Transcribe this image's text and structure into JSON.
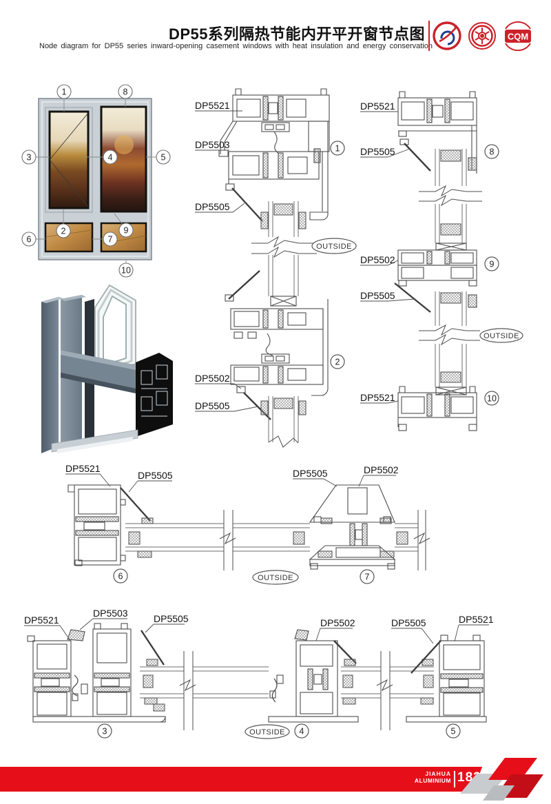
{
  "header": {
    "title_cn": "DP55系列隔热节能内开平开窗节点图",
    "title_en": "Node diagram for DP55 series inward-opening casement windows with heat insulation and energy conservation",
    "logo_cqm": "CQM"
  },
  "labels": {
    "outside": "OUTSIDE"
  },
  "elevation": {
    "callouts": {
      "c1": "1",
      "c2": "2",
      "c3": "3",
      "c4": "4",
      "c5": "5",
      "c6": "6",
      "c7": "7",
      "c8": "8",
      "c9": "9",
      "c10": "10"
    }
  },
  "sections": {
    "center": {
      "l1": "DP5521",
      "l2": "DP5503",
      "l3": "DP5505",
      "l4": "DP5502",
      "l5": "DP5505",
      "n1": "1",
      "n2": "2"
    },
    "right": {
      "l1": "DP5521",
      "l2": "DP5505",
      "l3": "DP5502",
      "l4": "DP5505",
      "l5": "DP5521",
      "n1": "8",
      "n2": "9",
      "n3": "10"
    },
    "middle": {
      "l1": "DP5521",
      "l2": "DP5505",
      "l3": "DP5505",
      "l4": "DP5502",
      "n1": "6",
      "n2": "7"
    },
    "bottom": {
      "l1": "DP5521",
      "l2": "DP5503",
      "l3": "DP5505",
      "l4": "DP5502",
      "l5": "DP5505",
      "l6": "DP5521",
      "n1": "3",
      "n2": "4",
      "n3": "5"
    }
  },
  "footer": {
    "brand_top": "JIAHUA",
    "brand_bottom": "ALUMINIUM",
    "page_number": "183"
  }
}
